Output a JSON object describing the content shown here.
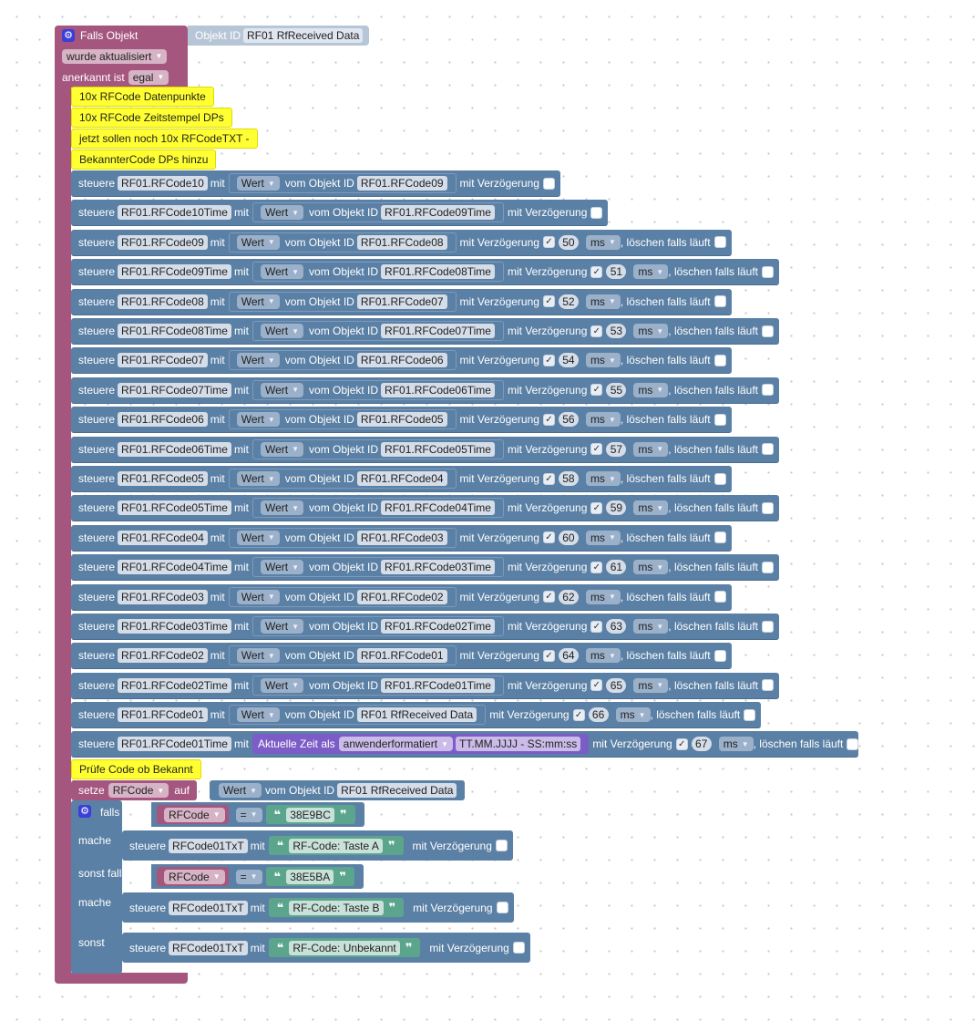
{
  "event": {
    "title": "Falls Objekt",
    "obj_label": "Objekt ID",
    "obj_value": "RF01 RfReceived  Data",
    "updated_value": "wurde aktualisiert",
    "ack_label": "anerkannt ist",
    "ack_value": "egal"
  },
  "comments": [
    "10x RFCode Datenpunkte",
    "10x RFCode Zeitstempel DPs",
    "jetzt sollen noch 10x RFCodeTXT -",
    "BekannterCode DPs hinzu"
  ],
  "labels": {
    "steuere": "steuere",
    "mit": "mit",
    "wert": "Wert",
    "vom_objekt": "vom Objekt ID",
    "verzoegerung": "mit Verzögerung",
    "loeschen": ", löschen falls läuft",
    "ms": "ms",
    "check": "✓",
    "time_label": "Aktuelle Zeit als",
    "time_format": "anwenderformatiert",
    "time_pattern": "TT.MM.JJJJ - SS:mm:ss",
    "setze": "setze",
    "auf": "auf",
    "falls": "falls",
    "mache": "mache",
    "sonst_falls": "sonst falls",
    "sonst": "sonst",
    "eq": "=",
    "quote_open": "❝",
    "quote_close": "❞"
  },
  "rows": [
    {
      "target": "RF01.RFCode10",
      "source": "RF01.RFCode09",
      "delay": null
    },
    {
      "target": "RF01.RFCode10Time",
      "source": "RF01.RFCode09Time",
      "delay": null
    },
    {
      "target": "RF01.RFCode09",
      "source": "RF01.RFCode08",
      "delay": "50"
    },
    {
      "target": "RF01.RFCode09Time",
      "source": "RF01.RFCode08Time",
      "delay": "51"
    },
    {
      "target": "RF01.RFCode08",
      "source": "RF01.RFCode07",
      "delay": "52"
    },
    {
      "target": "RF01.RFCode08Time",
      "source": "RF01.RFCode07Time",
      "delay": "53"
    },
    {
      "target": "RF01.RFCode07",
      "source": "RF01.RFCode06",
      "delay": "54"
    },
    {
      "target": "RF01.RFCode07Time",
      "source": "RF01.RFCode06Time",
      "delay": "55"
    },
    {
      "target": "RF01.RFCode06",
      "source": "RF01.RFCode05",
      "delay": "56"
    },
    {
      "target": "RF01.RFCode06Time",
      "source": "RF01.RFCode05Time",
      "delay": "57"
    },
    {
      "target": "RF01.RFCode05",
      "source": "RF01.RFCode04",
      "delay": "58"
    },
    {
      "target": "RF01.RFCode05Time",
      "source": "RF01.RFCode04Time",
      "delay": "59"
    },
    {
      "target": "RF01.RFCode04",
      "source": "RF01.RFCode03",
      "delay": "60"
    },
    {
      "target": "RF01.RFCode04Time",
      "source": "RF01.RFCode03Time",
      "delay": "61"
    },
    {
      "target": "RF01.RFCode03",
      "source": "RF01.RFCode02",
      "delay": "62"
    },
    {
      "target": "RF01.RFCode03Time",
      "source": "RF01.RFCode02Time",
      "delay": "63"
    },
    {
      "target": "RF01.RFCode02",
      "source": "RF01.RFCode01",
      "delay": "64"
    },
    {
      "target": "RF01.RFCode02Time",
      "source": "RF01.RFCode01Time",
      "delay": "65"
    },
    {
      "target": "RF01.RFCode01",
      "source": "RF01 RfReceived  Data",
      "delay": "66"
    }
  ],
  "time_row": {
    "target": "RF01.RFCode01Time",
    "delay": "67"
  },
  "check_comment": "Prüfe Code ob Bekannt",
  "setze": {
    "var": "RFCode",
    "source": "RF01 RfReceived  Data"
  },
  "conditions": [
    {
      "var": "RFCode",
      "value": "38E9BC",
      "target": "RFCode01TxT",
      "text": "RF-Code: Taste A"
    },
    {
      "var": "RFCode",
      "value": "38E5BA",
      "target": "RFCode01TxT",
      "text": "RF-Code: Taste B"
    }
  ],
  "else_row": {
    "target": "RFCode01TxT",
    "text": "RF-Code: Unbekannt"
  }
}
